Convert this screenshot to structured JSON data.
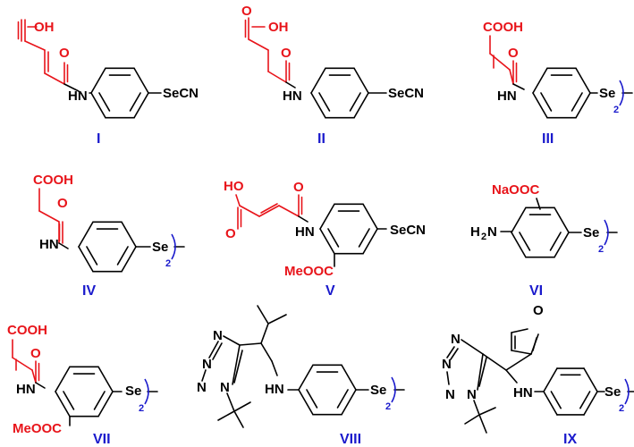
{
  "colors": {
    "bond": "#000000",
    "highlight": "#e8141a",
    "compound_id": "#1a1acc",
    "diselenide_bracket": "#1a1acc"
  },
  "atoms": {
    "oh": "OH",
    "ho": "HO",
    "cooh": "COOH",
    "o": "O",
    "hn": "HN",
    "se": "Se",
    "secn": "SeCN",
    "cn": "CN",
    "meooc": "MeOOC",
    "naooc": "NaOOC",
    "h2n_h": "H",
    "h2n_sub": "2",
    "h2n_n": "N",
    "n": "N",
    "dimer_subscript": "2"
  },
  "compounds": [
    {
      "id": "I"
    },
    {
      "id": "II"
    },
    {
      "id": "III"
    },
    {
      "id": "IV"
    },
    {
      "id": "V"
    },
    {
      "id": "VI"
    },
    {
      "id": "VII"
    },
    {
      "id": "VIII"
    },
    {
      "id": "IX"
    }
  ]
}
